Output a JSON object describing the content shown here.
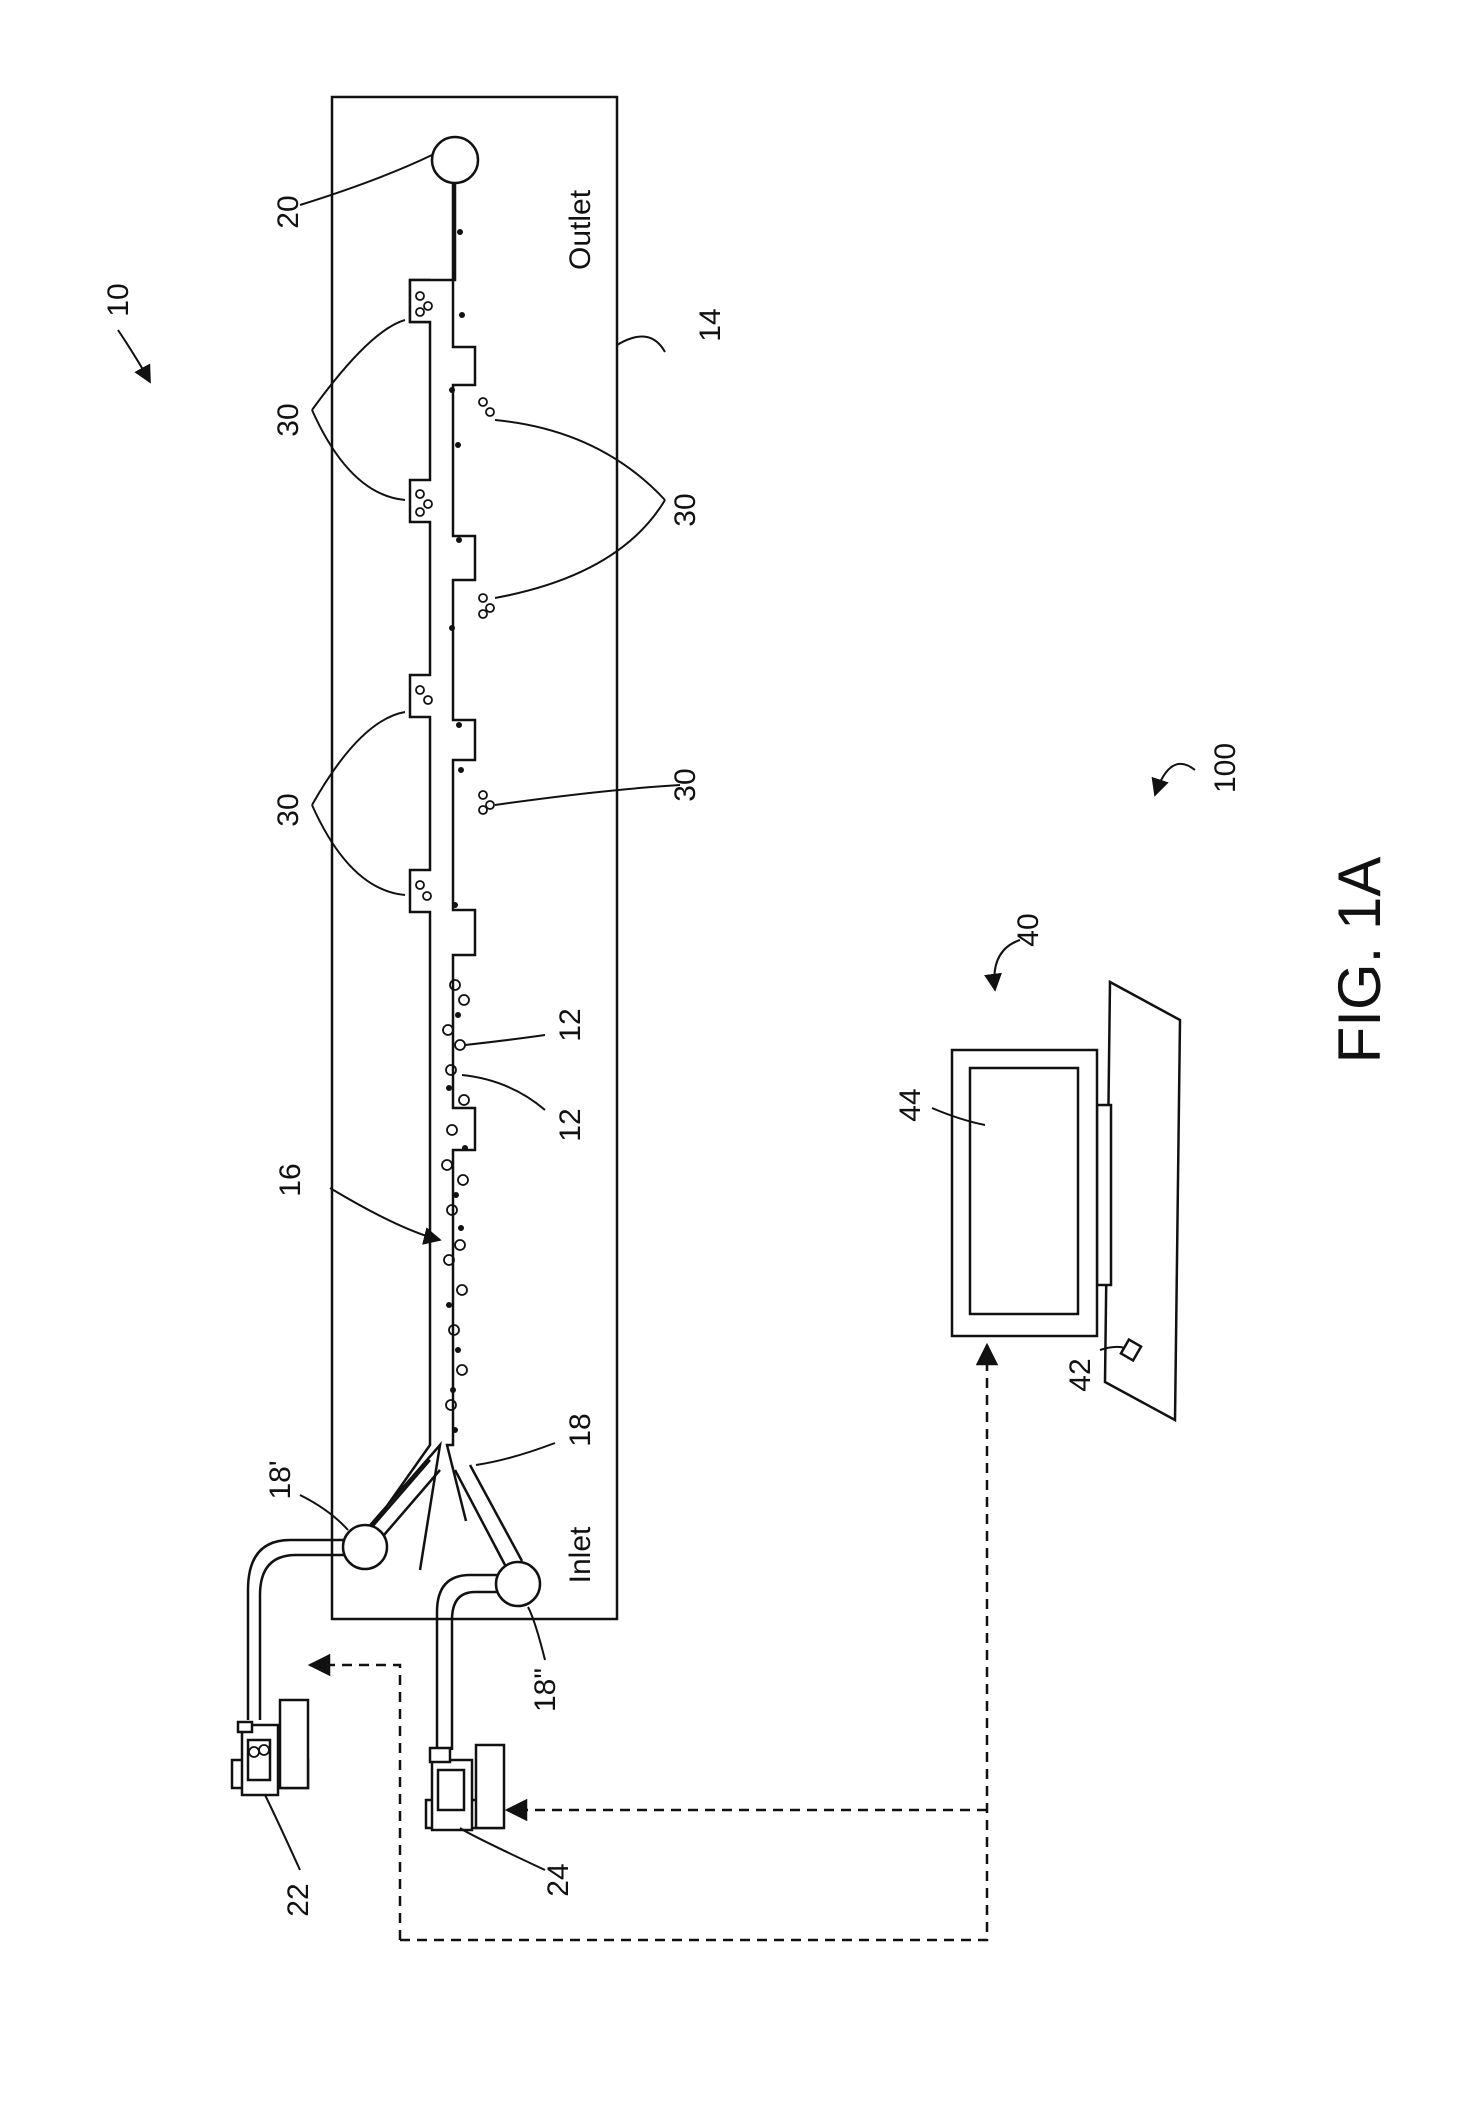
{
  "figure": {
    "title": "FIG. 1A",
    "chip_labels": {
      "outlet": "Outlet",
      "inlet": "Inlet"
    },
    "reference_numerals": {
      "device": "10",
      "cells": "12",
      "substrate": "14",
      "channel": "16",
      "inlet_main": "18",
      "inlet_a": "18'",
      "inlet_b": "18\"",
      "outlet": "20",
      "pump_a": "22",
      "pump_b": "24",
      "traps": "30",
      "computer": "40",
      "input_device": "42",
      "display": "44",
      "system": "100"
    }
  }
}
